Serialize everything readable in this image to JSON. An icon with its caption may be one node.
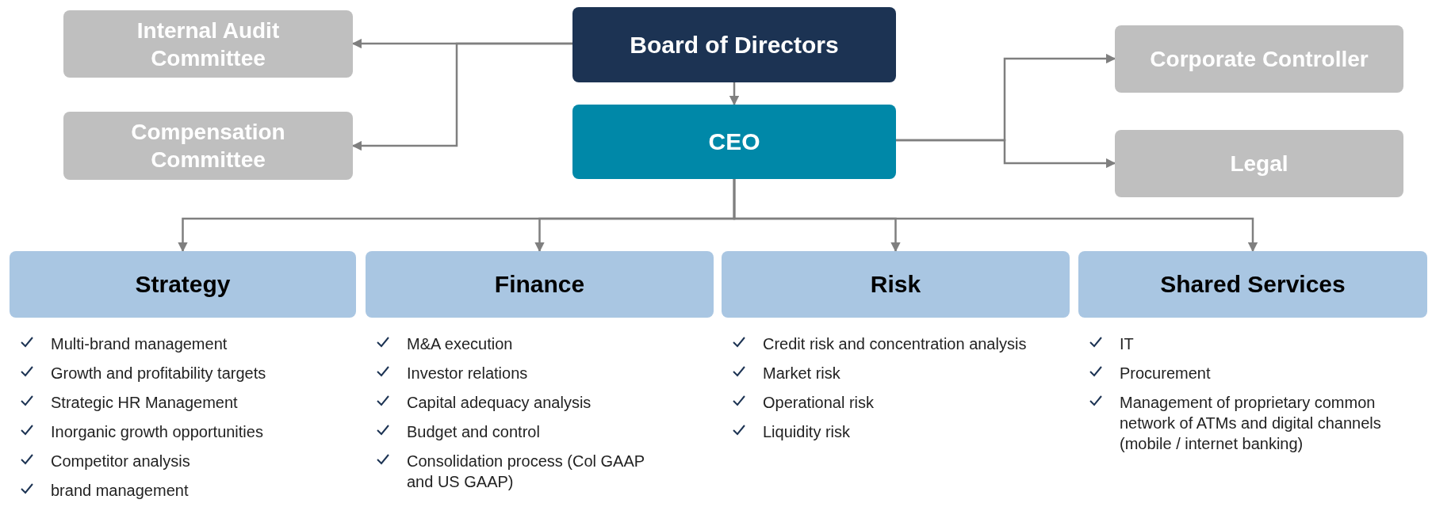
{
  "diagram": {
    "nodes": [
      {
        "text": [
          "Board of Directors"
        ]
      },
      {
        "text": [
          "Internal Audit Committee"
        ]
      },
      {
        "text": [
          "Compensation Committee"
        ]
      },
      {
        "text": [
          "CEO"
        ]
      },
      {
        "text": [
          "Corporate Controller"
        ]
      },
      {
        "text": [
          "Legal"
        ]
      },
      {
        "text": [
          "Strategy"
        ],
        "beside": [
          "Multi-brand management",
          "Growth and profitability targets",
          "Strategic HR Management",
          "Inorganic growth opportunities",
          "Competitor analysis",
          "brand management"
        ]
      },
      {
        "text": [
          "Finance"
        ],
        "beside": [
          "M&A execution",
          "Investor relations",
          "Capital  adequacy analysis",
          "Budget and control",
          "Consolidation process (Col GAAP and US GAAP)"
        ]
      },
      {
        "text": [
          "Risk"
        ],
        "beside": [
          "Credit risk and concentration analysis",
          "Market risk",
          "Operational risk",
          "Liquidity risk"
        ]
      },
      {
        "text": [
          "Shared Services"
        ],
        "beside": [
          "IT",
          "Procurement",
          "Management of proprietary common network of ATMs and digital channels (mobile / internet banking)"
        ]
      }
    ],
    "edges": [
      {
        "from": 0,
        "to": 1,
        "arrow": "to"
      },
      {
        "from": 0,
        "to": 2,
        "arrow": "to"
      },
      {
        "from": 0,
        "to": 3,
        "arrow": "to"
      },
      {
        "from": 3,
        "to": 4,
        "arrow": "to"
      },
      {
        "from": 3,
        "to": 5,
        "arrow": "to"
      },
      {
        "from": 3,
        "to": 6,
        "arrow": "to"
      },
      {
        "from": 3,
        "to": 7,
        "arrow": "to"
      },
      {
        "from": 3,
        "to": 8,
        "arrow": "to"
      },
      {
        "from": 3,
        "to": 9,
        "arrow": "to"
      }
    ]
  }
}
